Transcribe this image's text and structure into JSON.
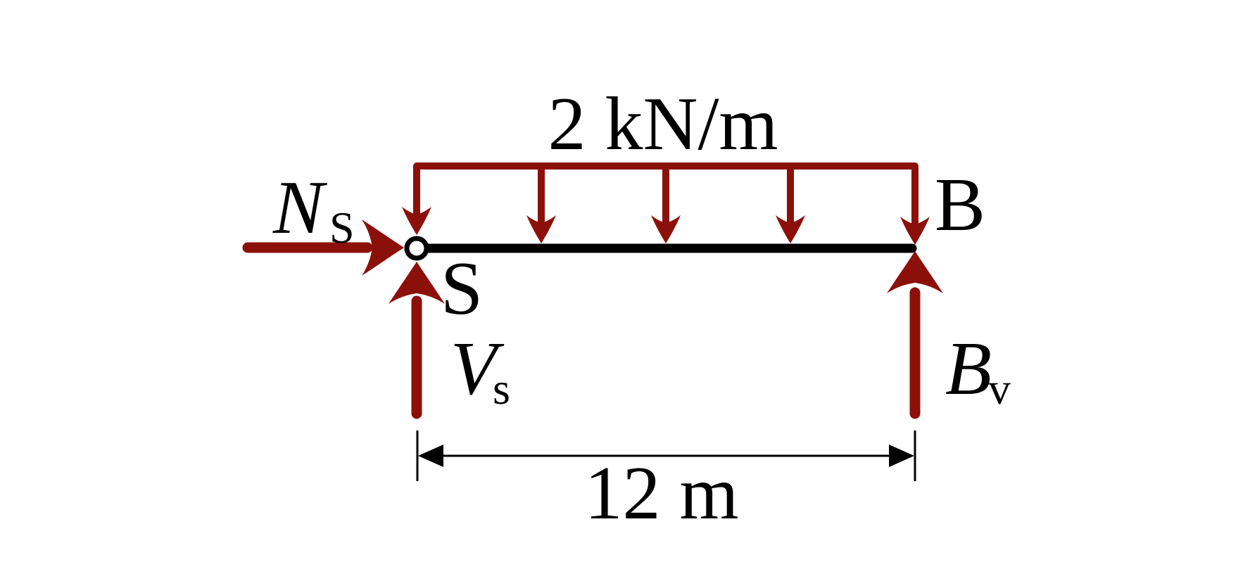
{
  "diagram": {
    "type": "beam-free-body-diagram",
    "distributed_load": {
      "label": "2 kN/m",
      "arrow_count": 5
    },
    "span_dimension": {
      "label": "12 m"
    },
    "points": {
      "pin_label": "S",
      "end_label": "B"
    },
    "forces": {
      "axial": {
        "symbol": "N",
        "subscript": "S"
      },
      "shear": {
        "symbol": "V",
        "subscript": "s"
      },
      "reaction": {
        "symbol": "B",
        "subscript": "v"
      }
    },
    "colors": {
      "force_arrows": "#8C100A",
      "beam": "#000000",
      "text": "#000000",
      "dimension": "#000000",
      "background": "#FFFFFF"
    }
  }
}
